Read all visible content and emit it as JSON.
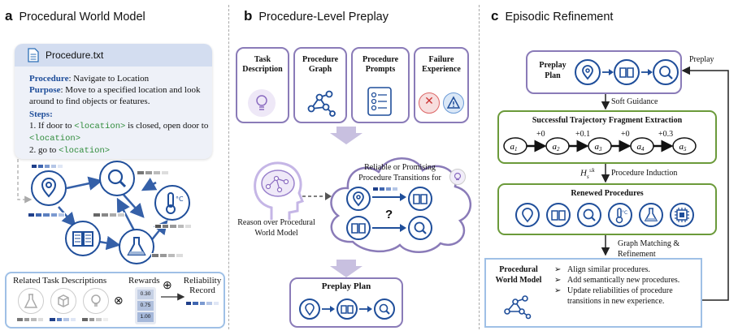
{
  "panel_a": {
    "letter": "a",
    "title": "Procedural World Model",
    "file_name": "Procedure.txt",
    "procedure_key": "Procedure",
    "procedure_value": ": Navigate to Location",
    "purpose_key": "Purpose",
    "purpose_value": ": Move to a specified location and look around to find objects or features.",
    "steps_key": "Steps",
    "step1_pre": "1. If door to ",
    "step1_code": "<location>",
    "step1_post": " is closed, open door to ",
    "step1_code2": "<location>",
    "step2_pre": "2. go to ",
    "step2_code": "<location>",
    "related_label": "Related Task Descriptions",
    "rewards_label": "Rewards",
    "reward_values": [
      "0.30",
      "0.75",
      "1.00"
    ],
    "reliability_label": "Reliability Record"
  },
  "panel_b": {
    "letter": "b",
    "title": "Procedure-Level Preplay",
    "inputs": [
      "Task Description",
      "Procedure Graph",
      "Procedure Prompts",
      "Failure Experience"
    ],
    "reason_label": "Reason over Procedural World Model",
    "cloud_text": "Reliable or Promising Procedure Transitions for",
    "question_mark": "?",
    "preplay_plan": "Preplay Plan"
  },
  "panel_c": {
    "letter": "c",
    "title": "Episodic Refinement",
    "preplay_plan": "Preplay Plan",
    "preplay_loop": "Preplay",
    "soft_guidance": "Soft Guidance",
    "fragment_title": "Successful Trajectory Fragment Extraction",
    "rewards": [
      "+0",
      "+0.1",
      "+0",
      "+0.3"
    ],
    "h_label": "H",
    "h_sub": "s",
    "h_sup": "≤k",
    "procedure_induction": "Procedure Induction",
    "renewed_title": "Renewed Procedures",
    "graph_matching": "Graph Matching & Refinement",
    "pwm_title": "Procedural World Model",
    "bullets": [
      "Align similar procedures.",
      "Add semantically new procedures.",
      "Update reliabilities of procedure transitions in new experience."
    ]
  },
  "colors": {
    "purple": "#8a7bb8",
    "green": "#6b9a3a",
    "blue": "#1f4e9a",
    "code": "#2e8b3a"
  }
}
